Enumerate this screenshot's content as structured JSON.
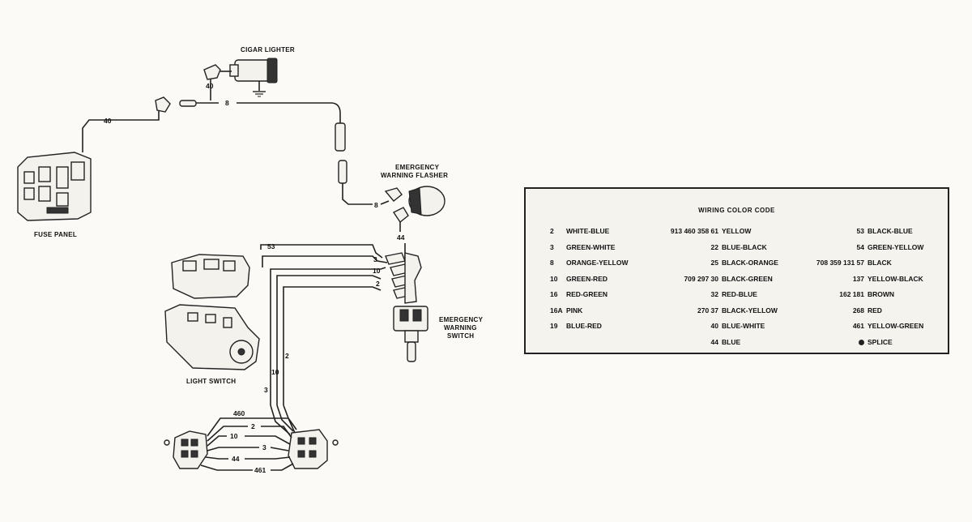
{
  "labels": {
    "cigar_lighter": "CIGAR LIGHTER",
    "fuse_panel": "FUSE PANEL",
    "flasher_line1": "EMERGENCY",
    "flasher_line2": "WARNING FLASHER",
    "switch_line1": "EMERGENCY",
    "switch_line2": "WARNING",
    "switch_line3": "SWITCH",
    "light_switch": "LIGHT SWITCH"
  },
  "wire_numbers": {
    "n40_top": "40",
    "n8_top": "8",
    "n40_left": "40",
    "n8_flasher": "8",
    "n44_flasher": "44",
    "n53": "53",
    "n3_switch": "3",
    "n10_switch": "10",
    "n2_switch": "2",
    "n2_vertical": "2",
    "n10_vertical": "10",
    "n3_vertical": "3",
    "n460": "460",
    "n2_connector": "2",
    "n10_connector": "10",
    "n3_connector": "3",
    "n44_connector": "44",
    "n461": "461"
  },
  "legend": {
    "title": "WIRING COLOR CODE",
    "rows": [
      {
        "a_num": "2",
        "a_color": "WHITE-BLUE",
        "b_num": "913 460 358 61",
        "b_color": "YELLOW",
        "c_num": "53",
        "c_color": "BLACK-BLUE"
      },
      {
        "a_num": "3",
        "a_color": "GREEN-WHITE",
        "b_num": "22",
        "b_color": "BLUE-BLACK",
        "c_num": "54",
        "c_color": "GREEN-YELLOW"
      },
      {
        "a_num": "8",
        "a_color": "ORANGE-YELLOW",
        "b_num": "25",
        "b_color": "BLACK-ORANGE",
        "c_num": "708 359 131 57",
        "c_color": "BLACK"
      },
      {
        "a_num": "10",
        "a_color": "GREEN-RED",
        "b_num": "709 297 30",
        "b_color": "BLACK-GREEN",
        "c_num": "137",
        "c_color": "YELLOW-BLACK"
      },
      {
        "a_num": "16",
        "a_color": "RED-GREEN",
        "b_num": "32",
        "b_color": "RED-BLUE",
        "c_num": "162 181",
        "c_color": "BROWN"
      },
      {
        "a_num": "16A",
        "a_color": "PINK",
        "b_num": "270 37",
        "b_color": "BLACK-YELLOW",
        "c_num": "268",
        "c_color": "RED"
      },
      {
        "a_num": "19",
        "a_color": "BLUE-RED",
        "b_num": "40",
        "b_color": "BLUE-WHITE",
        "c_num": "461",
        "c_color": "YELLOW-GREEN"
      },
      {
        "a_num": "",
        "a_color": "",
        "b_num": "44",
        "b_color": "BLUE",
        "c_num": "",
        "c_color": "SPLICE"
      }
    ]
  }
}
